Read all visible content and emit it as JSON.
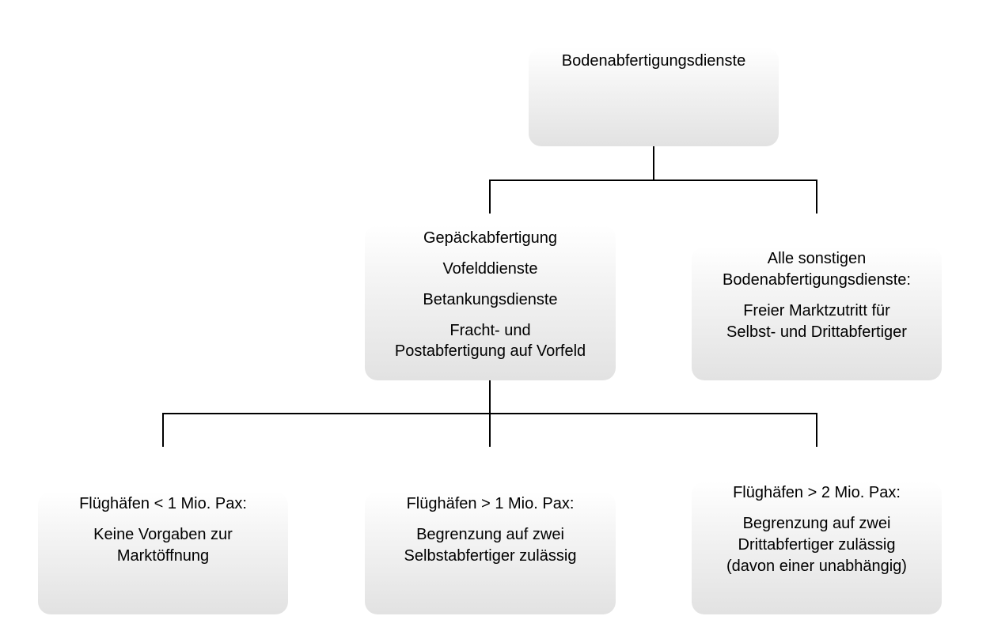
{
  "root": {
    "label": "Bodenabfertigungsdienste"
  },
  "restricted_services": {
    "items": [
      "Gepäckabfertigung",
      "Vofelddienste",
      "Betankungsdienste",
      "Fracht- und",
      "Postabfertigung auf Vorfeld"
    ]
  },
  "other_services": {
    "heading_1": "Alle sonstigen",
    "heading_2": "Bodenabfertigungsdienste:",
    "text_1": "Freier Marktzutritt für",
    "text_2": "Selbst- und Drittabfertiger"
  },
  "airport_small": {
    "heading": "Flüghäfen < 1 Mio. Pax:",
    "text_1": "Keine Vorgaben zur",
    "text_2": "Marktöffnung"
  },
  "airport_medium": {
    "heading": "Flüghäfen > 1 Mio. Pax:",
    "text_1": "Begrenzung auf zwei",
    "text_2": "Selbstabfertiger zulässig"
  },
  "airport_large": {
    "heading": "Flüghäfen > 2 Mio. Pax:",
    "text_1": "Begrenzung auf zwei",
    "text_2": "Drittabfertiger zulässig",
    "text_3": "(davon einer unabhängig)"
  }
}
